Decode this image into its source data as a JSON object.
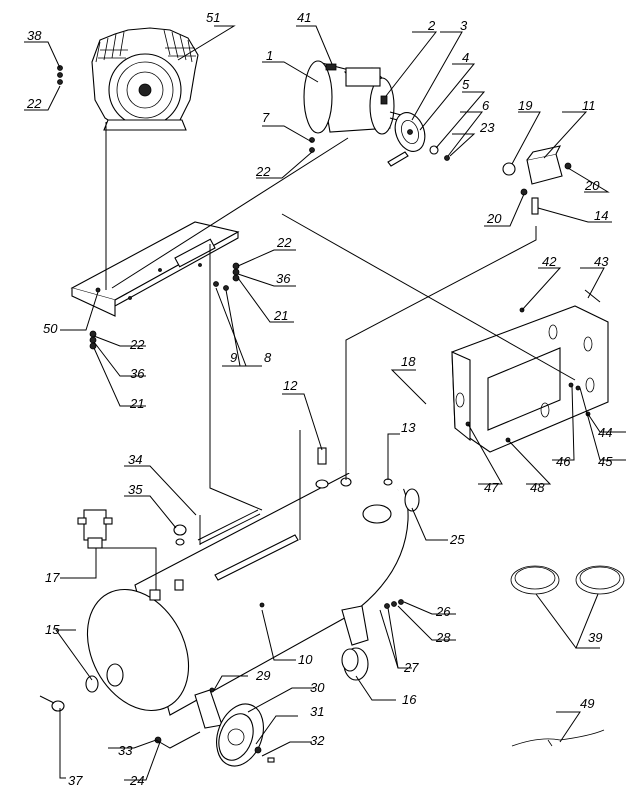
{
  "diagram": {
    "part_numbers": [
      "1",
      "2",
      "3",
      "4",
      "5",
      "6",
      "7",
      "8",
      "9",
      "10",
      "11",
      "12",
      "13",
      "14",
      "15",
      "16",
      "17",
      "18",
      "19",
      "20",
      "20",
      "21",
      "21",
      "22",
      "22",
      "22",
      "22",
      "23",
      "24",
      "25",
      "26",
      "27",
      "28",
      "29",
      "30",
      "31",
      "32",
      "33",
      "34",
      "35",
      "36",
      "36",
      "37",
      "38",
      "39",
      "41",
      "42",
      "43",
      "44",
      "45",
      "46",
      "47",
      "48",
      "49",
      "50",
      "51"
    ]
  },
  "callouts": [
    {
      "key": "c38",
      "text": "38"
    },
    {
      "key": "c22a",
      "text": "22"
    },
    {
      "key": "c51",
      "text": "51"
    },
    {
      "key": "c41",
      "text": "41"
    },
    {
      "key": "c1",
      "text": "1"
    },
    {
      "key": "c2",
      "text": "2"
    },
    {
      "key": "c3",
      "text": "3"
    },
    {
      "key": "c4",
      "text": "4"
    },
    {
      "key": "c5",
      "text": "5"
    },
    {
      "key": "c6",
      "text": "6"
    },
    {
      "key": "c23",
      "text": "23"
    },
    {
      "key": "c7",
      "text": "7"
    },
    {
      "key": "c22b",
      "text": "22"
    },
    {
      "key": "c19",
      "text": "19"
    },
    {
      "key": "c11",
      "text": "11"
    },
    {
      "key": "c20a",
      "text": "20"
    },
    {
      "key": "c20b",
      "text": "20"
    },
    {
      "key": "c14",
      "text": "14"
    },
    {
      "key": "c22c",
      "text": "22"
    },
    {
      "key": "c36a",
      "text": "36"
    },
    {
      "key": "c21a",
      "text": "21"
    },
    {
      "key": "c9",
      "text": "9"
    },
    {
      "key": "c8",
      "text": "8"
    },
    {
      "key": "c50",
      "text": "50"
    },
    {
      "key": "c22d",
      "text": "22"
    },
    {
      "key": "c36b",
      "text": "36"
    },
    {
      "key": "c21b",
      "text": "21"
    },
    {
      "key": "c42",
      "text": "42"
    },
    {
      "key": "c43",
      "text": "43"
    },
    {
      "key": "c18",
      "text": "18"
    },
    {
      "key": "c12",
      "text": "12"
    },
    {
      "key": "c13",
      "text": "13"
    },
    {
      "key": "c44",
      "text": "44"
    },
    {
      "key": "c46",
      "text": "46"
    },
    {
      "key": "c45",
      "text": "45"
    },
    {
      "key": "c47",
      "text": "47"
    },
    {
      "key": "c48",
      "text": "48"
    },
    {
      "key": "c34",
      "text": "34"
    },
    {
      "key": "c35",
      "text": "35"
    },
    {
      "key": "c25",
      "text": "25"
    },
    {
      "key": "c17",
      "text": "17"
    },
    {
      "key": "c26",
      "text": "26"
    },
    {
      "key": "c10",
      "text": "10"
    },
    {
      "key": "c28",
      "text": "28"
    },
    {
      "key": "c27",
      "text": "27"
    },
    {
      "key": "c15",
      "text": "15"
    },
    {
      "key": "c16",
      "text": "16"
    },
    {
      "key": "c39",
      "text": "39"
    },
    {
      "key": "c29",
      "text": "29"
    },
    {
      "key": "c30",
      "text": "30"
    },
    {
      "key": "c31",
      "text": "31"
    },
    {
      "key": "c32",
      "text": "32"
    },
    {
      "key": "c33",
      "text": "33"
    },
    {
      "key": "c24",
      "text": "24"
    },
    {
      "key": "c37",
      "text": "37"
    },
    {
      "key": "c49",
      "text": "49"
    }
  ]
}
